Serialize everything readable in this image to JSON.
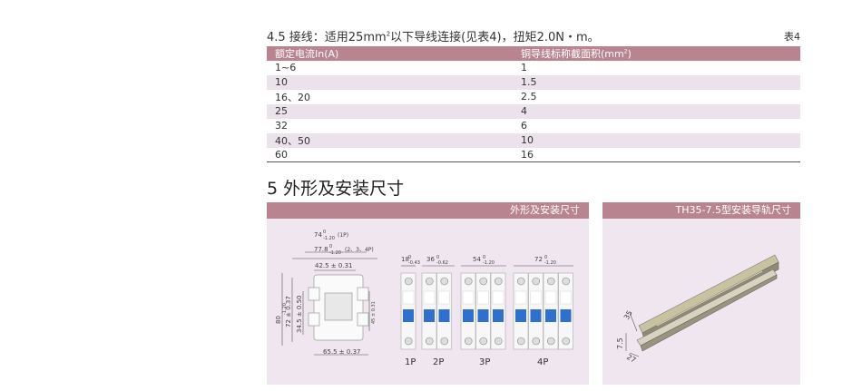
{
  "intro": {
    "prefix": "4.5 接线：适用25mm",
    "superscript": "2",
    "suffix": "以下导线连接(见表4)，扭矩2.0N・m。"
  },
  "table_label": "表4",
  "table": {
    "headers": [
      "额定电流In(A)",
      "铜导线标称截面积(mm",
      "2",
      ")"
    ],
    "rows": [
      [
        "1~6",
        "1"
      ],
      [
        "10",
        "1.5"
      ],
      [
        "16、20",
        "2.5"
      ],
      [
        "25",
        "4"
      ],
      [
        "32",
        "6"
      ],
      [
        "40、50",
        "10"
      ],
      [
        "60",
        "16"
      ]
    ]
  },
  "section_title": "5 外形及安装尺寸",
  "panels": {
    "dims_title": "外形及安装尺寸",
    "rail_title": "TH35-7.5型安装导轨尺寸"
  },
  "dims": {
    "d74": "74",
    "d74_tol_top": "0",
    "d74_tol_bottom": "-1.20",
    "d74_note": "(1P)",
    "d77": "77.8",
    "d77_tol_top": "0",
    "d77_tol_bottom": "-1.20",
    "d77_note": "(2、3、4P)",
    "d42": "42.5 ± 0.31",
    "d65": "65.5 ± 0.37",
    "d80": "80",
    "d80_tol": "-1.20",
    "d72": "72 ± 0.37",
    "d34": "34.5 ± 0.50",
    "d45": "45 ± 0.31",
    "d18": "18",
    "d18_tol_top": "0",
    "d18_tol": "-0.43",
    "d36": "36",
    "d36_tol_top": "0",
    "d36_tol": "-0.62",
    "d54": "54",
    "d54_tol_top": "0",
    "d54_tol": "-1.20",
    "d72w": "72",
    "d72w_tol_top": "0",
    "d72w_tol": "-1.20"
  },
  "poles": [
    "1P",
    "2P",
    "3P",
    "4P"
  ],
  "rail": {
    "d35": "35",
    "d7_5": "7.5",
    "d27": "27"
  },
  "colors": {
    "accent": "#b9838f",
    "panel": "#efe6ef",
    "row_alt": "#ece2ec",
    "breaker_blue": "#2f6fd0"
  }
}
